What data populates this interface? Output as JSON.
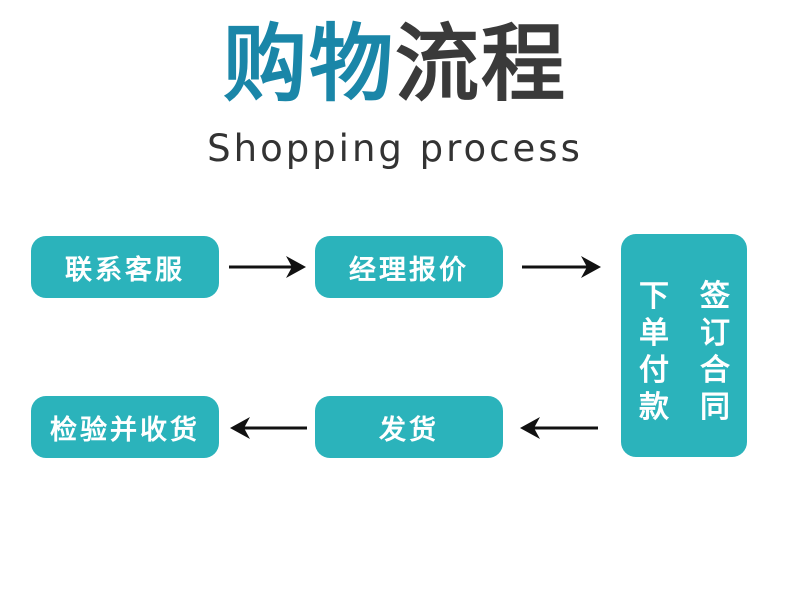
{
  "title": {
    "part1": "购物",
    "part2": "流程"
  },
  "subtitle": "Shopping process",
  "steps": [
    {
      "label": "联系客服"
    },
    {
      "label": "经理报价"
    },
    {
      "col1": "签订合同",
      "col2": "下单付款"
    },
    {
      "label": "发货"
    },
    {
      "label": "检验并收货"
    }
  ],
  "colors": {
    "box": "#2bb3bb",
    "title_blue": "#1a86a8",
    "title_dark": "#3a3a3a",
    "arrow": "#111111"
  }
}
